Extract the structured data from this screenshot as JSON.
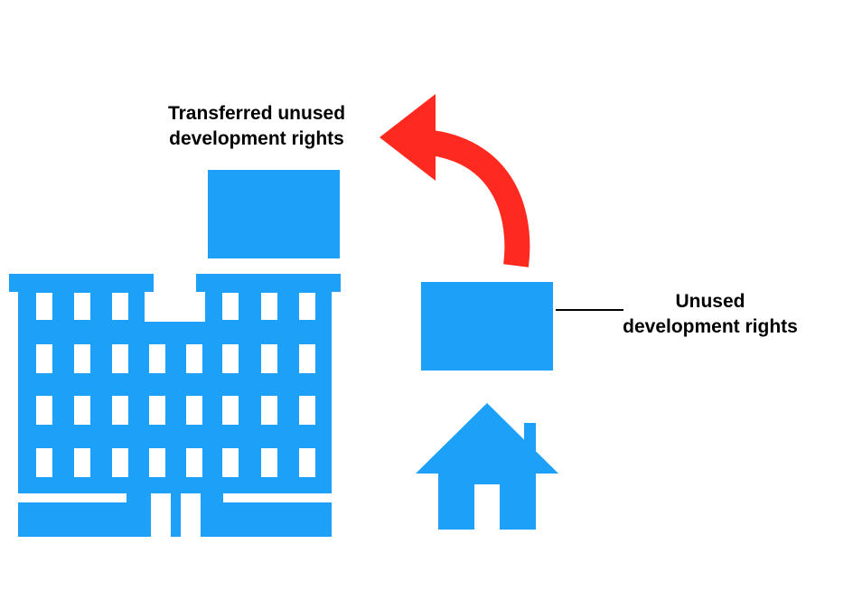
{
  "labels": {
    "transferred": [
      "Transferred unused",
      "development rights"
    ],
    "unused": [
      "Unused",
      "development rights"
    ]
  },
  "colors": {
    "building": "#1da1f8",
    "arrow": "#ff2a1f",
    "text": "#000000",
    "background": "#ffffff"
  },
  "icons": {
    "large_building": "apartment-building-icon",
    "house": "house-icon",
    "arrow": "curved-arrow-icon"
  }
}
